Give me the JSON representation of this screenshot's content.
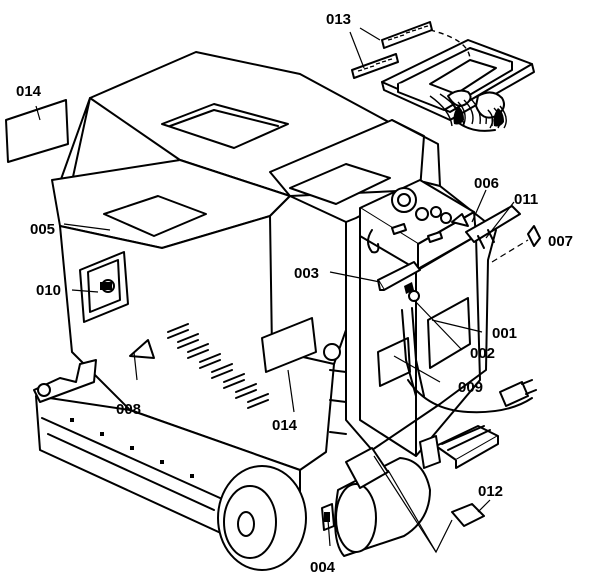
{
  "part_labels": [
    {
      "id": "013",
      "text": "013"
    },
    {
      "id": "014a",
      "text": "014"
    },
    {
      "id": "005",
      "text": "005"
    },
    {
      "id": "010",
      "text": "010"
    },
    {
      "id": "006",
      "text": "006"
    },
    {
      "id": "011",
      "text": "011"
    },
    {
      "id": "007",
      "text": "007"
    },
    {
      "id": "003",
      "text": "003"
    },
    {
      "id": "001",
      "text": "001"
    },
    {
      "id": "002",
      "text": "002"
    },
    {
      "id": "008",
      "text": "008"
    },
    {
      "id": "009",
      "text": "009"
    },
    {
      "id": "014b",
      "text": "014"
    },
    {
      "id": "012",
      "text": "012"
    },
    {
      "id": "004",
      "text": "004"
    }
  ]
}
